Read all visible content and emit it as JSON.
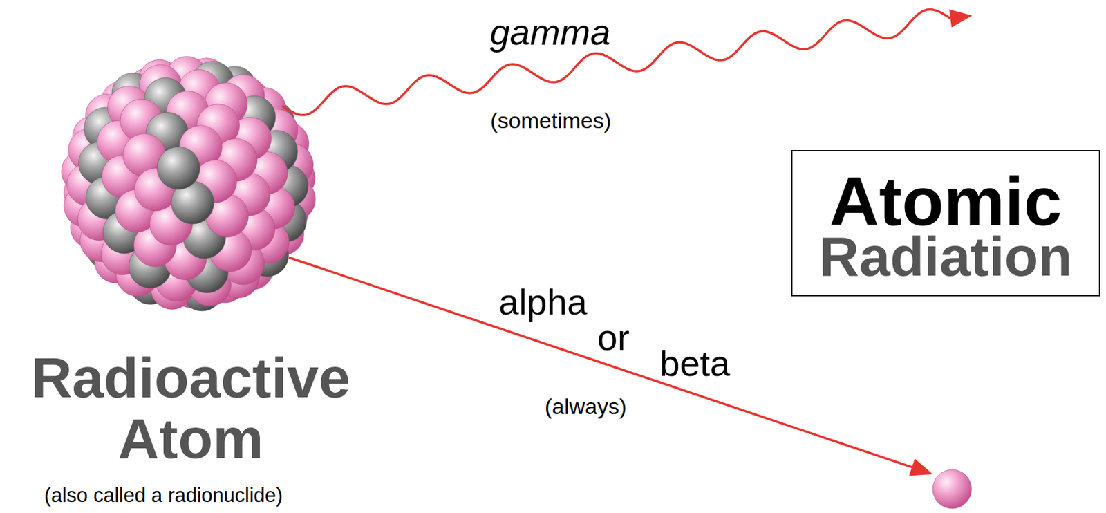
{
  "diagram": {
    "nodes": [
      {
        "text": [
          "Atomic",
          "Radiation"
        ]
      }
    ],
    "labels": [
      "gamma",
      "(sometimes)",
      "alpha",
      "or",
      "beta",
      "(always)",
      "Radioactive Atom",
      "(also called a radionuclide)"
    ]
  }
}
